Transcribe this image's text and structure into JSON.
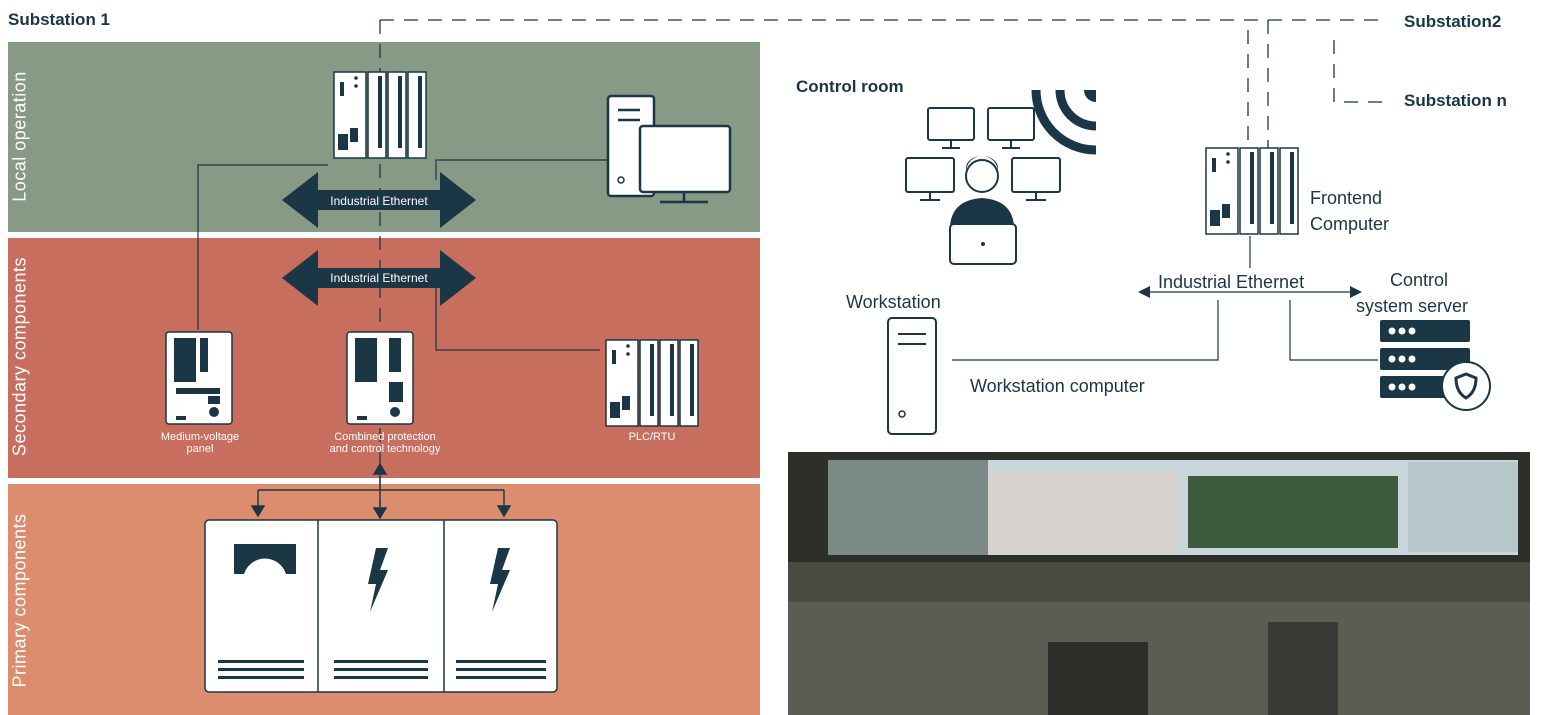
{
  "diagram": {
    "substation1": "Substation 1",
    "substation2": "Substation2",
    "substation_n": "Substation n",
    "control_room": "Control room",
    "bands": {
      "local": "Local operation",
      "secondary": "Secondary components",
      "primary": "Primary components"
    },
    "ethernet_local": "Industrial Ethernet",
    "ethernet_secondary": "Industrial Ethernet",
    "ethernet_right": "Industrial Ethernet",
    "devices": {
      "mv_panel": "Medium-voltage\npanel",
      "combined": "Combined protection\nand control technology",
      "plc": "PLC/RTU"
    },
    "frontend1": "Frontend",
    "frontend2": "Computer",
    "workstation": "Workstation",
    "workstation_computer": "Workstation computer",
    "server1": "Control",
    "server2": "system server"
  },
  "colors": {
    "local_band": "#879a86",
    "secondary_band": "#c76e5f",
    "primary_band": "#dc8d6d",
    "navy": "#1b3644"
  }
}
